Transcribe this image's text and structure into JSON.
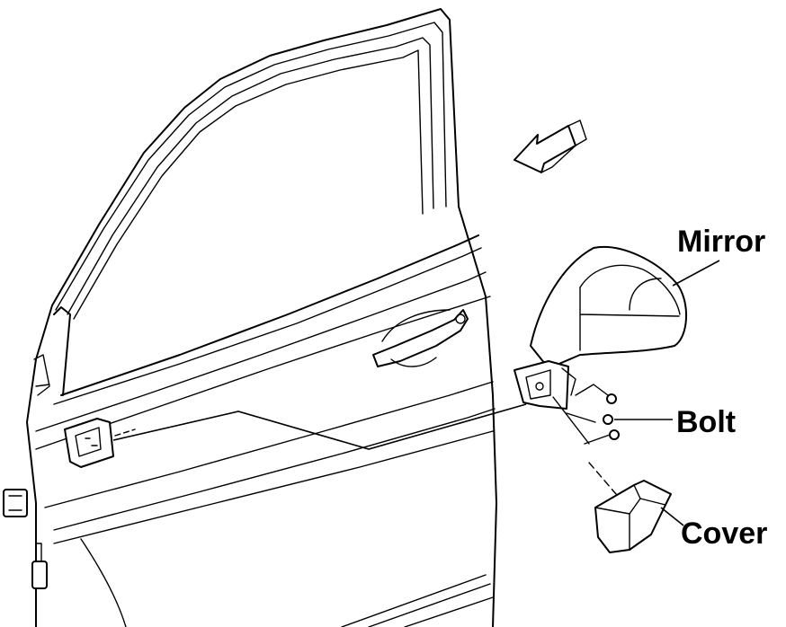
{
  "labels": {
    "mirror": "Mirror",
    "bolt": "Bolt",
    "cover": "Cover"
  },
  "colors": {
    "line": "#000000",
    "background": "#ffffff"
  }
}
